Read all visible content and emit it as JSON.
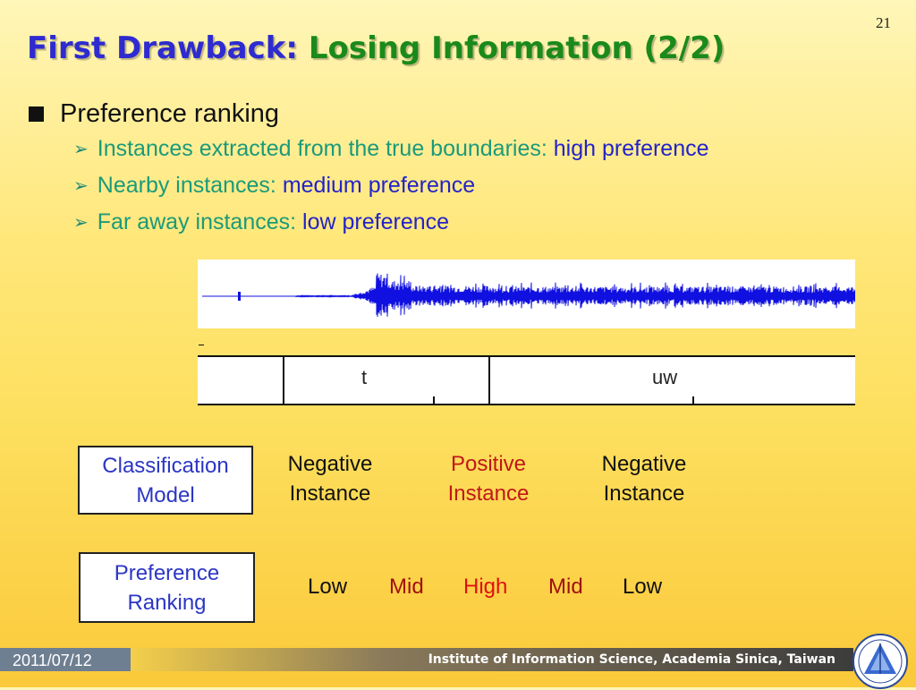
{
  "slide": {
    "number": "21",
    "title_part1": "First Drawback:",
    "title_part2": "Losing Information (2/2)"
  },
  "bullets": {
    "main": "Preference ranking",
    "subs": [
      {
        "text": "Instances extracted from the true boundaries:",
        "emph": "high preference"
      },
      {
        "text": "Nearby instances:",
        "emph": "medium preference"
      },
      {
        "text": "Far away instances:",
        "emph": "low preference"
      }
    ]
  },
  "waveform": {
    "segments": [
      "t",
      "uw"
    ]
  },
  "classification": {
    "box": [
      "Classification",
      "Model"
    ],
    "instances": [
      {
        "line1": "Negative",
        "line2": "Instance"
      },
      {
        "line1": "Positive",
        "line2": "Instance"
      },
      {
        "line1": "Negative",
        "line2": "Instance"
      }
    ]
  },
  "ranking": {
    "box": [
      "Preference",
      "Ranking"
    ],
    "levels": [
      "Low",
      "Mid",
      "High",
      "Mid",
      "Low"
    ]
  },
  "footer": {
    "date": "2011/07/12",
    "institute": "Institute of Information Science, Academia Sinica, Taiwan"
  },
  "colors": {
    "title_blue": "#2e2bd0",
    "title_green": "#1a8a1a",
    "sub_green": "#1a9a7a",
    "emph_blue": "#2323c8",
    "positive_red": "#c01818",
    "waveform_blue": "#1010e0"
  },
  "icons": {
    "bullet": "square-bullet-icon",
    "sub_bullet": "arrow-bullet-icon",
    "logo": "academia-sinica-logo"
  }
}
